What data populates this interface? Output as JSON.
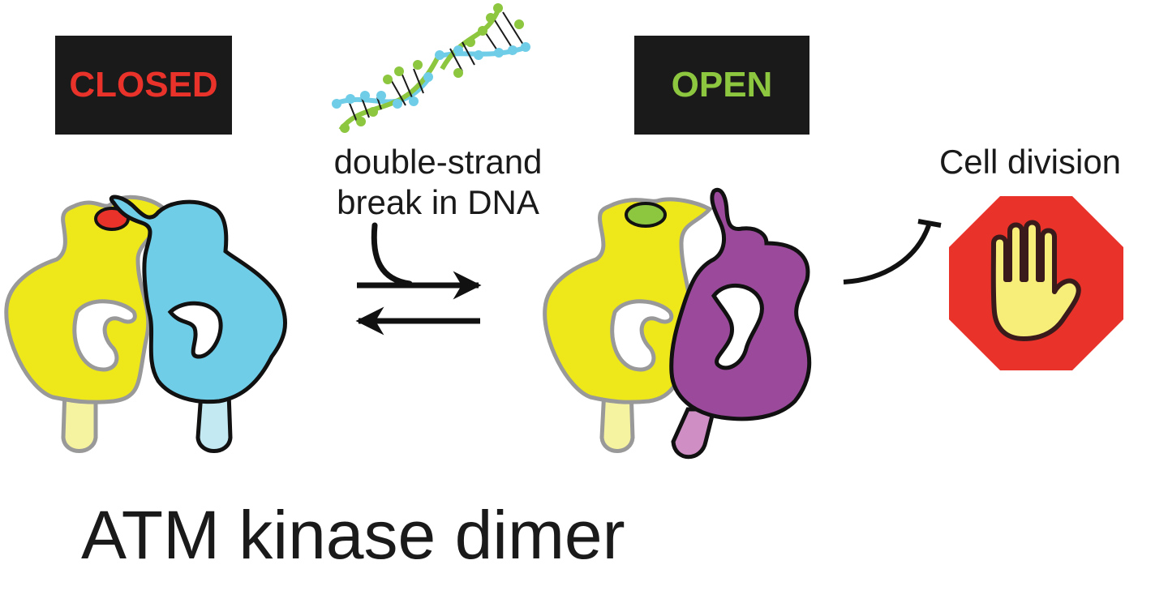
{
  "labels": {
    "closed": "CLOSED",
    "open": "OPEN",
    "dsb_line1": "double-strand",
    "dsb_line2": "break in DNA",
    "cell_division": "Cell division",
    "title": "ATM kinase dimer"
  },
  "colors": {
    "closed_text": "#e8322a",
    "open_text": "#8dc63f",
    "yellow_monomer": "#eee81a",
    "yellow_tail": "#f5f2a0",
    "blue_monomer": "#6fcde8",
    "blue_tail": "#c3e9f3",
    "purple_monomer": "#9b4a9b",
    "purple_tail": "#cf8fc4",
    "active_site_closed": "#e8322a",
    "active_site_open": "#8dc63f",
    "stop_sign": "#e8322a",
    "hand": "#f7ee7a",
    "dna_green": "#8dc63f",
    "dna_blue": "#6fcde8"
  },
  "icons": [
    "dna-helix-icon",
    "equilibrium-arrows-icon",
    "inhibition-arrow-icon",
    "stop-hand-icon"
  ]
}
